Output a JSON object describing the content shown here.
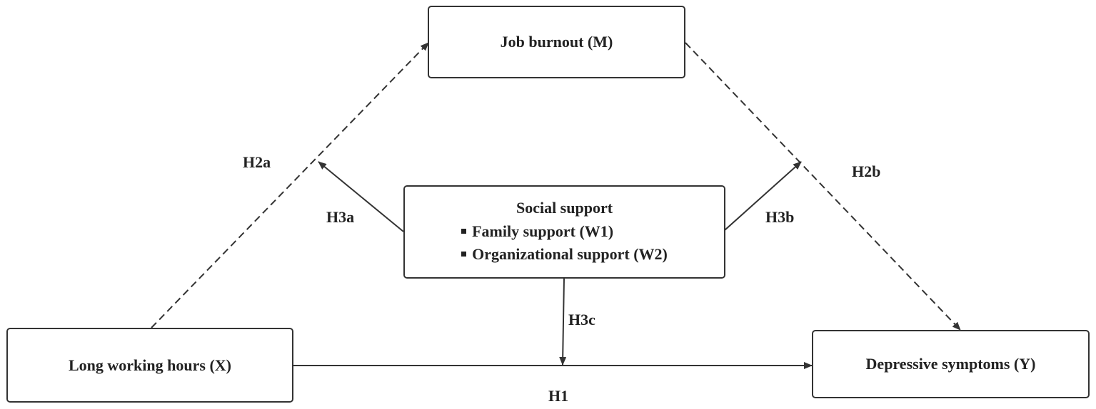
{
  "nodes": {
    "mediator": "Job burnout (M)",
    "independent": "Long working hours (X)",
    "dependent": "Depressive symptoms (Y)",
    "moderator": {
      "title": "Social support",
      "items": [
        "Family support (W1)",
        "Organizational support (W2)"
      ]
    }
  },
  "paths": {
    "h1": "H1",
    "h2a": "H2a",
    "h2b": "H2b",
    "h3a": "H3a",
    "h3b": "H3b",
    "h3c": "H3c"
  },
  "colors": {
    "line": "#333333",
    "text": "#222222"
  }
}
